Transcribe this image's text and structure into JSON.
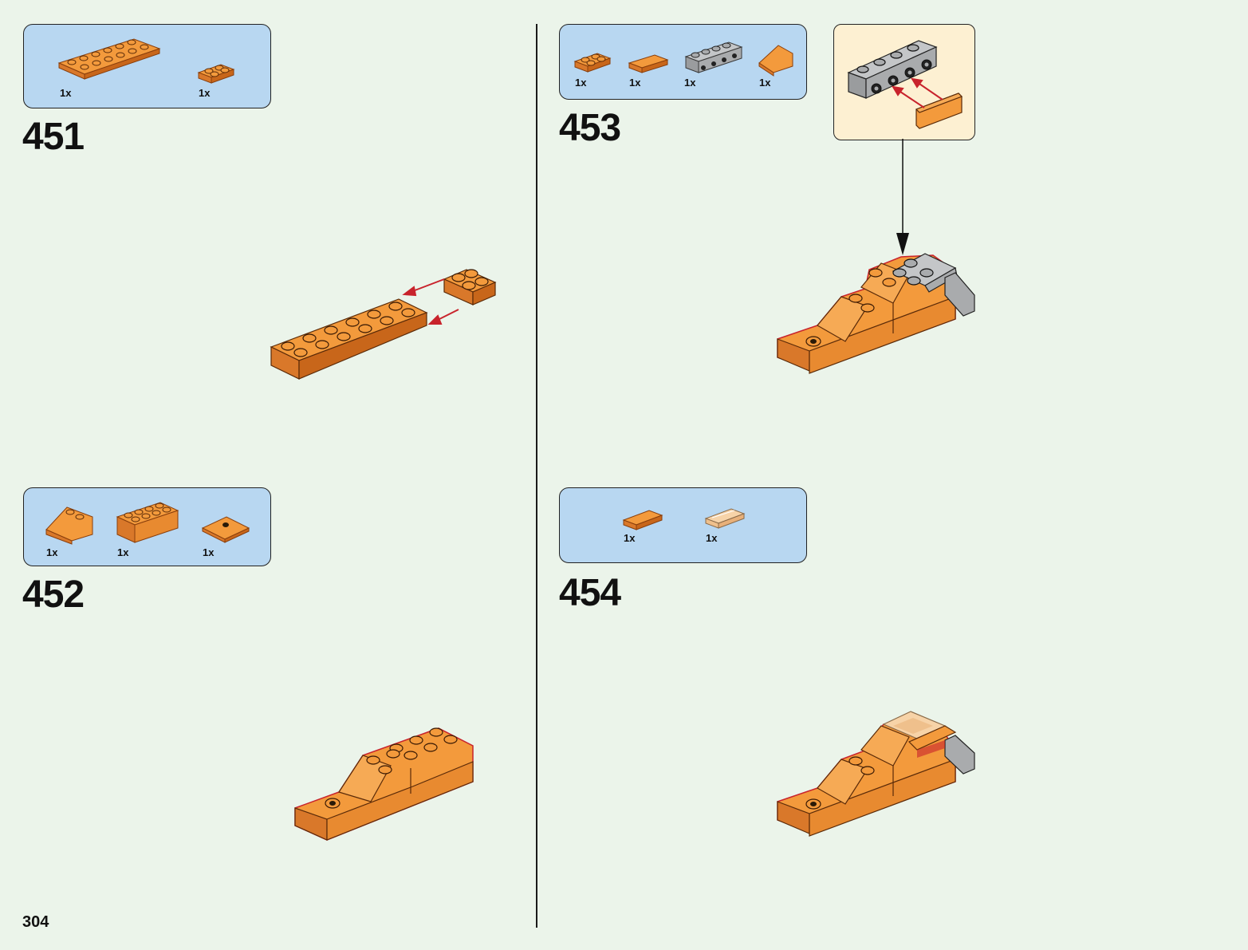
{
  "page_number": "304",
  "colors": {
    "background": "#ebf4ea",
    "parts_box": "#b8d7f1",
    "callout": "#fdf0d2",
    "orange": "#f39a3c",
    "orange_dark": "#c8661a",
    "gray": "#a9abad",
    "arrow_red": "#c8232c"
  },
  "steps": [
    {
      "number": "451",
      "parts": [
        {
          "qty": "1x",
          "name": "orange-plate-2x6"
        },
        {
          "qty": "1x",
          "name": "orange-plate-2x2"
        }
      ]
    },
    {
      "number": "452",
      "parts": [
        {
          "qty": "1x",
          "name": "orange-slope-2x2"
        },
        {
          "qty": "1x",
          "name": "orange-brick-2x4"
        },
        {
          "qty": "1x",
          "name": "orange-jumper-plate-2x2"
        }
      ]
    },
    {
      "number": "453",
      "parts": [
        {
          "qty": "1x",
          "name": "orange-plate-2x2"
        },
        {
          "qty": "1x",
          "name": "orange-tile-1x2"
        },
        {
          "qty": "1x",
          "name": "gray-bracket-1x4"
        },
        {
          "qty": "1x",
          "name": "orange-slope-1x2"
        }
      ]
    },
    {
      "number": "454",
      "parts": [
        {
          "qty": "1x",
          "name": "orange-tile-1x2"
        },
        {
          "qty": "1x",
          "name": "trans-orange-tile-1x2"
        }
      ]
    }
  ]
}
